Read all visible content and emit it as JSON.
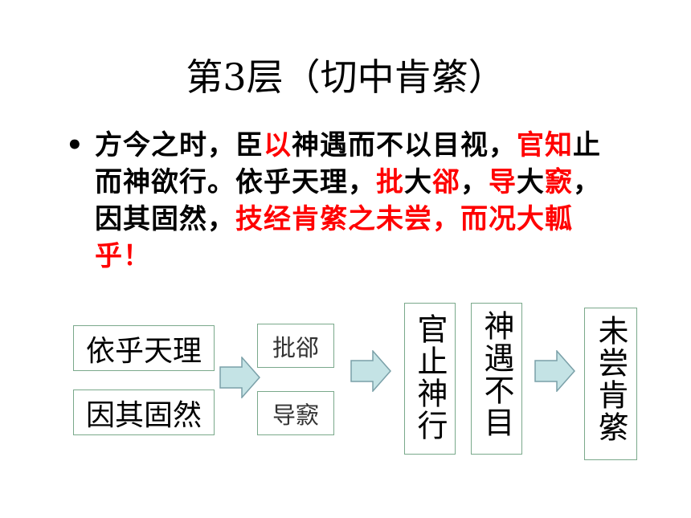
{
  "slide": {
    "title": "第3层（切中肯綮）",
    "bullet_symbol": "•",
    "bullet_segments": [
      {
        "text": "方今之时，臣",
        "color": "black"
      },
      {
        "text": "以",
        "color": "red"
      },
      {
        "text": "神遇而不以目视，",
        "color": "black"
      },
      {
        "text": "官知",
        "color": "red"
      },
      {
        "text": "止而神欲行。依乎天理，",
        "color": "black"
      },
      {
        "text": "批",
        "color": "red"
      },
      {
        "text": "大",
        "color": "black"
      },
      {
        "text": "郤",
        "color": "red"
      },
      {
        "text": "，",
        "color": "black"
      },
      {
        "text": "导",
        "color": "red"
      },
      {
        "text": "大",
        "color": "black"
      },
      {
        "text": "窾",
        "color": "red"
      },
      {
        "text": "，因其固然，",
        "color": "black"
      },
      {
        "text": "技经肯綮之未尝，而况",
        "color": "red"
      },
      {
        "text": "大軱乎！",
        "color": "red"
      }
    ]
  },
  "diagram": {
    "box_left_top": "依乎天理",
    "box_left_bottom": "因其固然",
    "box_mid_top": "批郤",
    "box_mid_bottom": "导窾",
    "col_1": "官止神行",
    "col_2": "神遇不目",
    "col_3": "未尝肯綮"
  },
  "colors": {
    "red": "#ff0000",
    "black": "#000000",
    "box_border": "#7aa98b",
    "arrow_fill": "#c4e3e5",
    "arrow_stroke": "#7aa0a8"
  }
}
